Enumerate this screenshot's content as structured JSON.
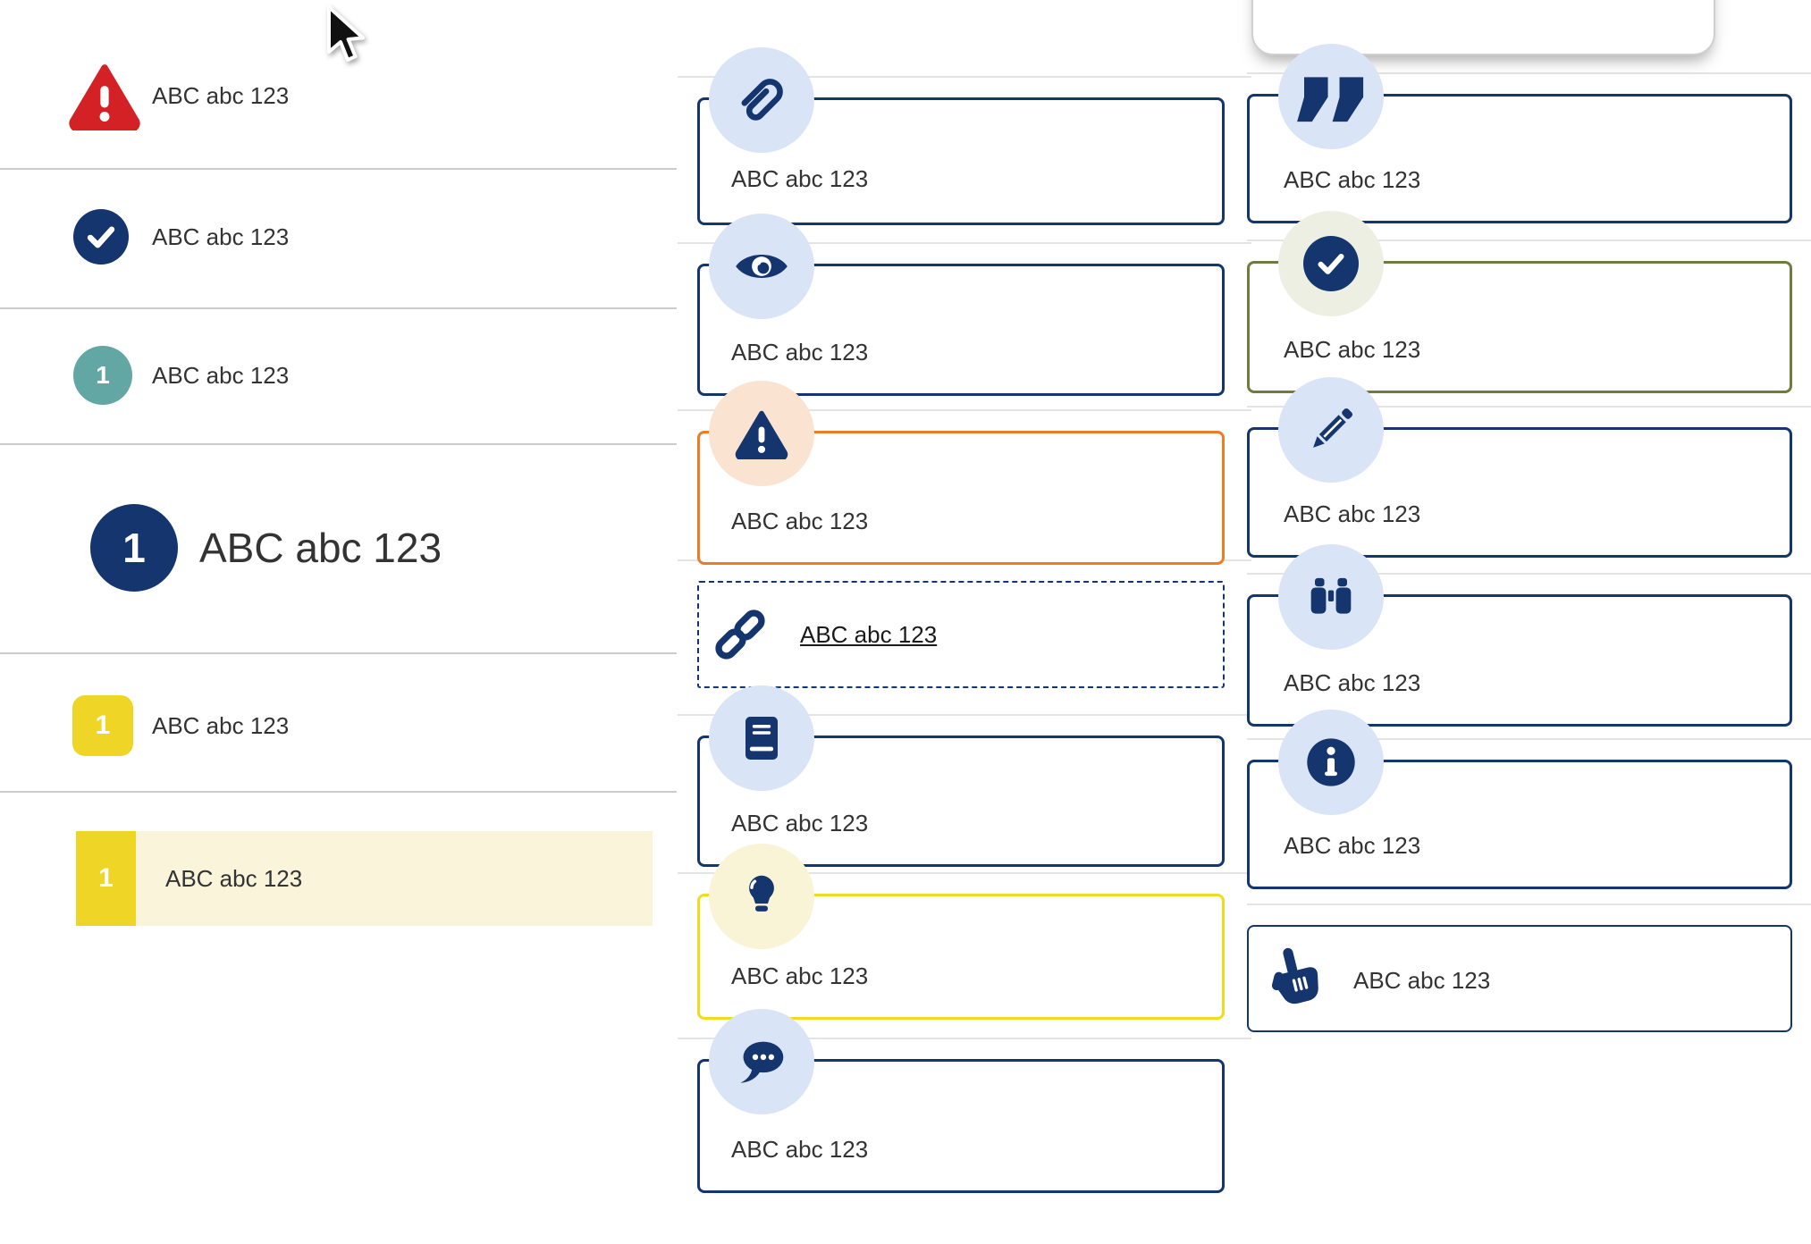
{
  "colors": {
    "navy": "#14356D",
    "light_blue_circle": "#D9E4F6",
    "red": "#D32126",
    "teal": "#62A7A3",
    "yellow_badge": "#EFD525",
    "yellow_border": "#F0DC1E",
    "highlight_band": "#F9F4DA",
    "cream_circle": "#F9F4D6",
    "orange_border": "#EC7C26",
    "peach_circle": "#FBE3D1",
    "olive_border": "#707C3F",
    "light_green_circle": "#ECEFE2",
    "text": "#333333",
    "divider": "#CBCBCB",
    "row_line": "#E4E4E4"
  },
  "left_list": {
    "items": [
      {
        "icon": "alert-triangle-icon",
        "variant": "red",
        "label": "ABC abc 123"
      },
      {
        "icon": "check-circle-icon",
        "variant": "navy",
        "label": "ABC abc 123"
      },
      {
        "icon": "number-badge",
        "variant": "teal",
        "number": "1",
        "label": "ABC abc 123"
      },
      {
        "icon": "number-badge",
        "variant": "navy-large",
        "number": "1",
        "label": "ABC abc 123"
      },
      {
        "icon": "number-badge",
        "variant": "yellow",
        "number": "1",
        "label": "ABC abc 123"
      },
      {
        "icon": "number-badge",
        "variant": "yellow-highlighted",
        "number": "1",
        "label": "ABC abc 123"
      }
    ]
  },
  "middle_callouts": [
    {
      "icon": "paperclip-icon",
      "style": "navy",
      "label": "ABC abc 123"
    },
    {
      "icon": "eye-icon",
      "style": "navy",
      "label": "ABC abc 123"
    },
    {
      "icon": "alert-triangle-icon",
      "style": "orange",
      "label": "ABC abc 123"
    },
    {
      "icon": "link-icon",
      "style": "dashed",
      "label": "ABC abc 123",
      "is_link": true
    },
    {
      "icon": "book-icon",
      "style": "navy",
      "label": "ABC abc 123"
    },
    {
      "icon": "lightbulb-icon",
      "style": "yellow",
      "label": "ABC abc 123"
    },
    {
      "icon": "chat-bubble-icon",
      "style": "navy",
      "label": "ABC abc 123"
    }
  ],
  "right_callouts": [
    {
      "icon": "quote-icon",
      "style": "navy",
      "label": "ABC abc 123"
    },
    {
      "icon": "check-circle-icon",
      "style": "olive",
      "label": "ABC abc 123"
    },
    {
      "icon": "pencil-icon",
      "style": "navy",
      "label": "ABC abc 123"
    },
    {
      "icon": "binoculars-icon",
      "style": "navy",
      "label": "ABC abc 123"
    },
    {
      "icon": "info-icon",
      "style": "navy",
      "label": "ABC abc 123"
    },
    {
      "icon": "hand-pointer-icon",
      "style": "navy",
      "label": "ABC abc 123"
    }
  ]
}
